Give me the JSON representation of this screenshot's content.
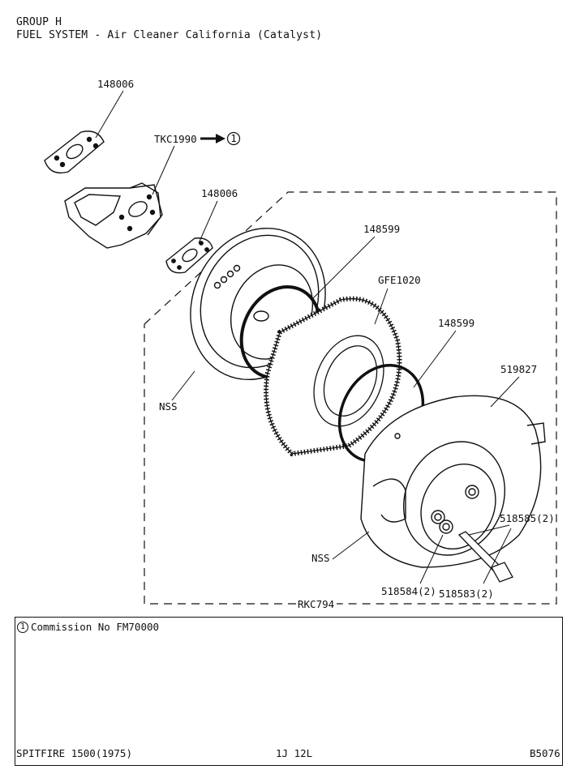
{
  "header": {
    "group": "GROUP H",
    "title": "FUEL SYSTEM - Air Cleaner California (Catalyst)"
  },
  "callouts": {
    "gasket_top": "148006",
    "bracket": "TKC1990",
    "bracket_ref": "1",
    "gasket_mid": "148006",
    "seal_front": "148599",
    "filter_element": "GFE1020",
    "seal_rear": "148599",
    "housing": "519827",
    "backplate_nss": "NSS",
    "housing_nss": "NSS",
    "washer": "518585(2)",
    "nut": "518584(2)",
    "bolt": "518583(2)",
    "assembly": "RKC794"
  },
  "notes": {
    "ref": "1",
    "text": "Commission No FM70000"
  },
  "footer": {
    "model": "SPITFIRE 1500(1975)",
    "page": "1J 12L",
    "plate": "B5076"
  }
}
